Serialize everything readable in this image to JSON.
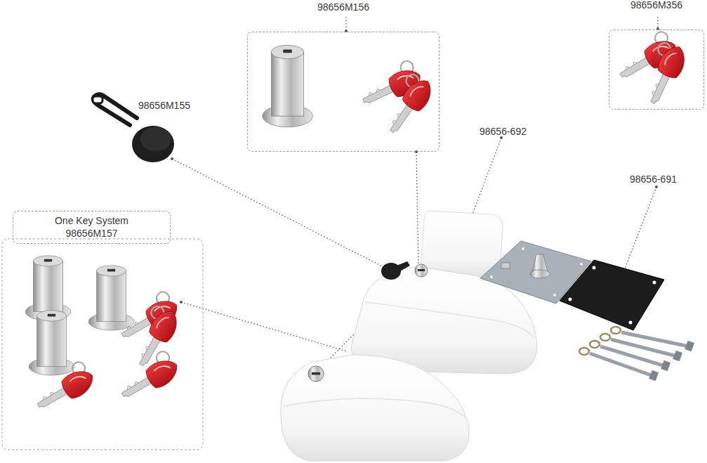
{
  "diagram": {
    "nodes": [
      {
        "text": [
          "98656M156"
        ]
      },
      {
        "text": [
          "98656M356"
        ]
      },
      {
        "text": [
          "One Key System 98656M157"
        ]
      }
    ],
    "labels": [
      "98656M155",
      "98656-692",
      "98656-691"
    ]
  }
}
